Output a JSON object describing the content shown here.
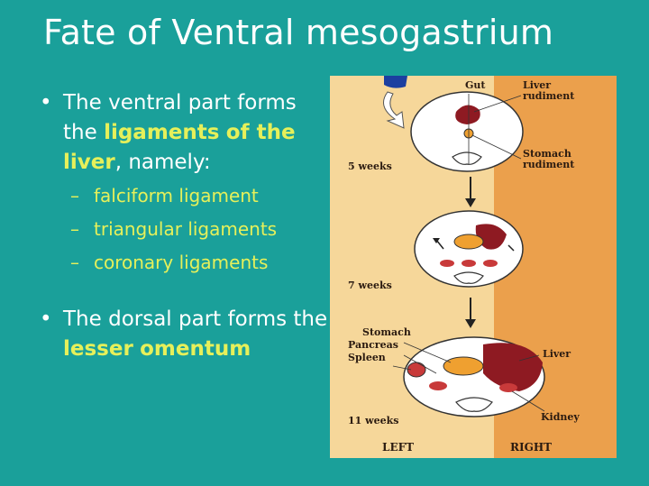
{
  "slide": {
    "title": "Fate of Ventral mesogastrium",
    "bullet1": {
      "prefix": "The ventral part forms the ",
      "highlight1": "ligaments",
      "highlight2": "of the liver",
      "suffix": ", namely:"
    },
    "sub_items": [
      "falciform ligament",
      "triangular ligaments",
      "coronary ligaments"
    ],
    "bullet2": {
      "prefix": "The dorsal part forms the ",
      "highlight1": "lesser",
      "highlight2": "omentum"
    }
  },
  "figure": {
    "labels": {
      "gut": "Gut",
      "liver_rudiment_1": "Liver",
      "liver_rudiment_2": "rudiment",
      "stomach_rudiment_1": "Stomach",
      "stomach_rudiment_2": "rudiment",
      "weeks_5": "5 weeks",
      "weeks_7": "7 weeks",
      "weeks_11": "11 weeks",
      "stomach": "Stomach",
      "pancreas": "Pancreas",
      "spleen": "Spleen",
      "liver": "Liver",
      "kidney": "Kidney",
      "left": "LEFT",
      "right": "RIGHT"
    },
    "colors": {
      "left_bg": "#f6d79a",
      "right_bg": "#eba04c",
      "liver": "#8e1a22",
      "stomach": "#efa030",
      "organ_red": "#c83a3a"
    }
  }
}
